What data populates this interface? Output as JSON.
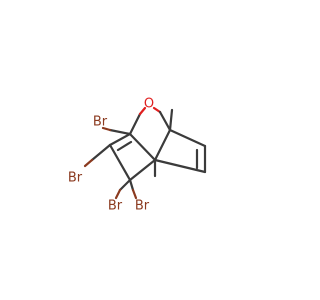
{
  "molecule": {
    "atoms": [
      {
        "id": "o",
        "element": "O",
        "label": "O",
        "color": "#e02020"
      },
      {
        "id": "br1",
        "element": "Br",
        "label": "Br",
        "color": "#8b3a1f"
      },
      {
        "id": "br2",
        "element": "Br",
        "label": "Br",
        "color": "#8b3a1f"
      },
      {
        "id": "br3",
        "element": "Br",
        "label": "Br",
        "color": "#8b3a1f"
      },
      {
        "id": "br4",
        "element": "Br",
        "label": "Br",
        "color": "#8b3a1f"
      }
    ],
    "bond_color": "#3b3b3b"
  }
}
